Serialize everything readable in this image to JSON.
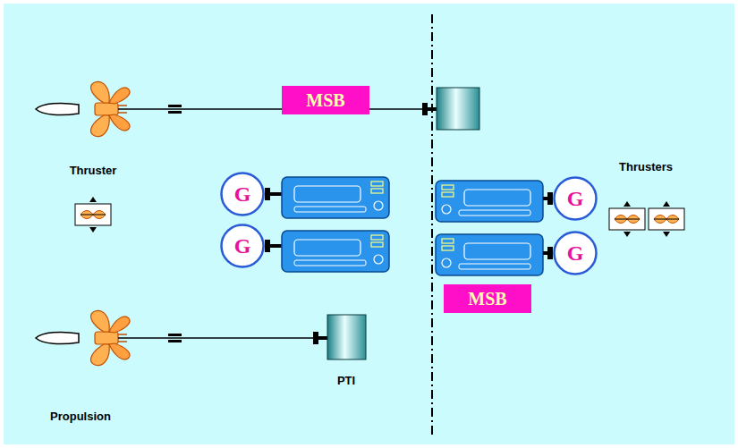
{
  "diagram": {
    "nodes": [
      {
        "text": [
          "MSB"
        ]
      },
      {
        "text": [
          "G"
        ]
      },
      {
        "text": [
          "G"
        ]
      },
      {
        "text": [
          "G"
        ]
      },
      {
        "text": [
          "G"
        ]
      },
      {
        "text": [
          "MSB"
        ]
      }
    ],
    "labels": [
      "Thruster",
      "Thrusters",
      "Propulsion",
      "PTI"
    ]
  }
}
